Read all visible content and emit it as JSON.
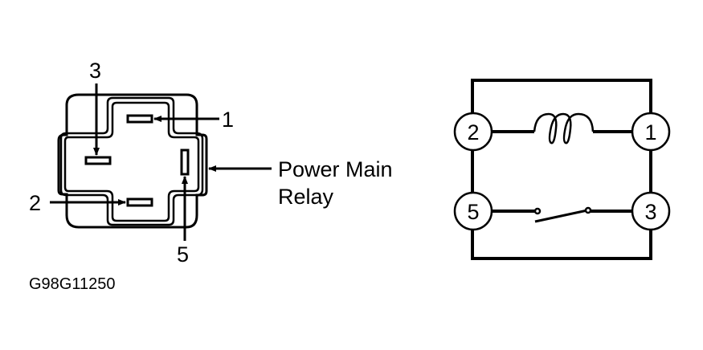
{
  "connector_view": {
    "pins": [
      {
        "id": "pin-3",
        "label": "3"
      },
      {
        "id": "pin-1",
        "label": "1"
      },
      {
        "id": "pin-2",
        "label": "2"
      },
      {
        "id": "pin-5",
        "label": "5"
      }
    ],
    "callout_line1": "Power Main",
    "callout_line2": "Relay"
  },
  "schematic": {
    "terminals": [
      {
        "id": "terminal-2",
        "label": "2"
      },
      {
        "id": "terminal-1",
        "label": "1"
      },
      {
        "id": "terminal-5",
        "label": "5"
      },
      {
        "id": "terminal-3",
        "label": "3"
      }
    ],
    "components": [
      "coil",
      "normally-open-switch"
    ]
  },
  "figure_id": "G98G11250",
  "colors": {
    "ink": "#000000",
    "background": "#ffffff"
  }
}
